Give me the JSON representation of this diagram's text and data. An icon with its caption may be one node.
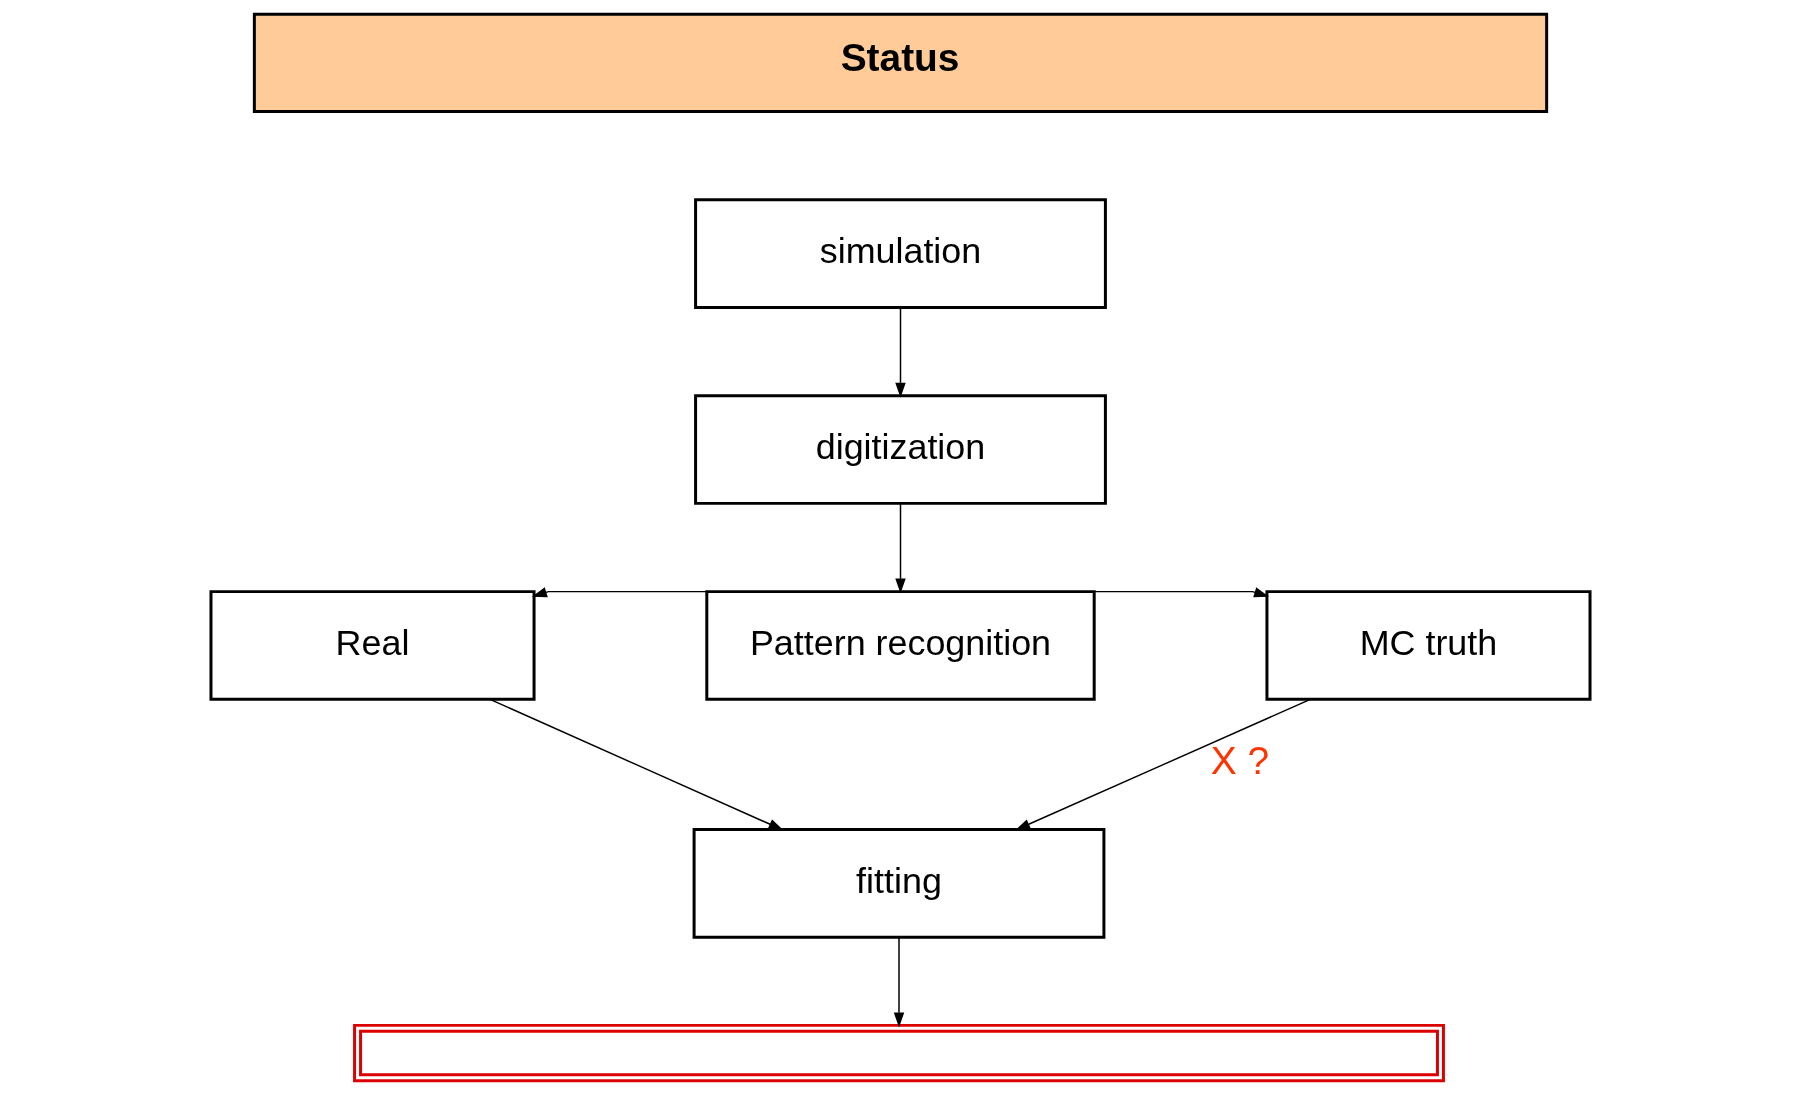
{
  "diagram": {
    "nodes": [
      {
        "text": [
          "Status"
        ]
      },
      {
        "text": [
          "simulation"
        ]
      },
      {
        "text": [
          "digitization"
        ]
      },
      {
        "text": [
          "Real"
        ]
      },
      {
        "text": [
          "Pattern recognition"
        ]
      },
      {
        "text": [
          "MC truth"
        ]
      },
      {
        "text": [
          "fitting"
        ]
      },
      {
        "text": [],
        "shape": "box"
      }
    ],
    "edges": [
      {
        "from": 1,
        "to": 2,
        "arrow": "to"
      },
      {
        "from": 2,
        "to": 4,
        "arrow": "to"
      },
      {
        "from": 4,
        "to": 3,
        "arrow": "to"
      },
      {
        "from": 4,
        "to": 5,
        "arrow": "to"
      },
      {
        "from": 3,
        "to": 6,
        "arrow": "to"
      },
      {
        "from": 5,
        "to": 6,
        "arrow": "to",
        "label": "X ?"
      },
      {
        "from": 6,
        "to": 7,
        "arrow": "to"
      }
    ]
  }
}
